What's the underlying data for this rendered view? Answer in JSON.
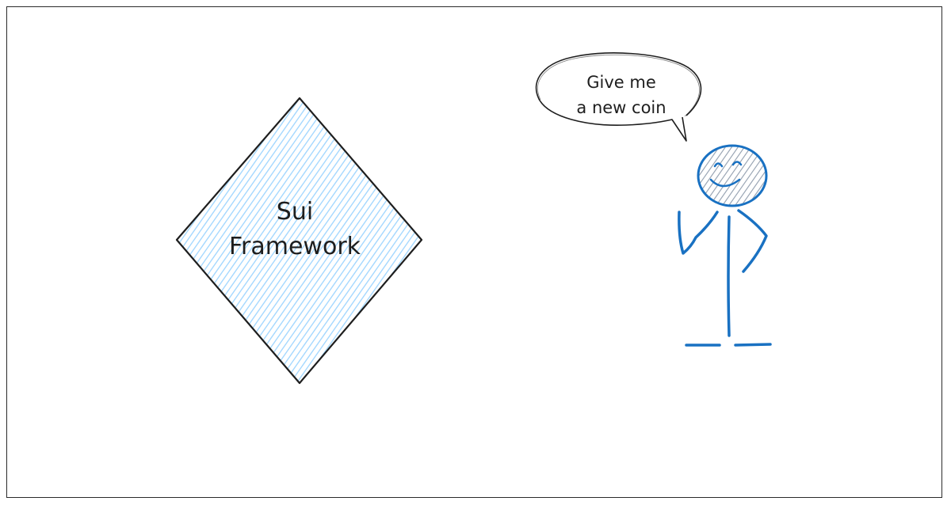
{
  "diagram": {
    "framework_label": [
      "Sui",
      "Framework"
    ],
    "speech_text": [
      "Give me",
      "a new coin"
    ]
  },
  "colors": {
    "stroke": "#1e1e1e",
    "hatch": "#a5d8ff",
    "figure": "#1971c2",
    "background": "#ffffff"
  },
  "icons": {
    "figure": "stick-figure-icon",
    "bubble": "speech-bubble-icon"
  }
}
